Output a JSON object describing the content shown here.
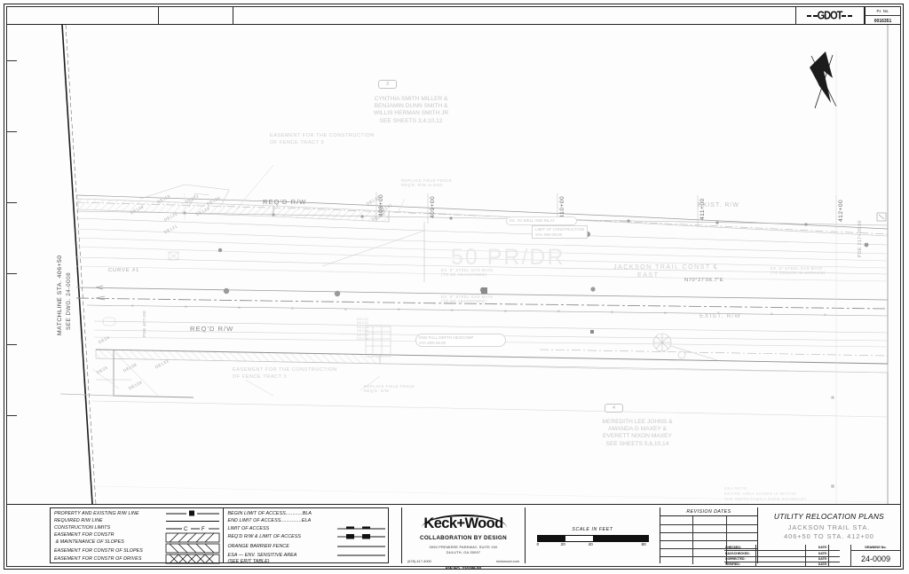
{
  "sheet": {
    "agency_logo": "GDOT",
    "pi_label": "P.I. No.",
    "pi_number": "0016351"
  },
  "plan": {
    "big_ghost_text": "50 PR/DR",
    "stations": [
      "408+00",
      "409+00",
      "410+00",
      "411+00",
      "412+00"
    ],
    "matchline": {
      "line1": "MATCHLINE STA. 406+50",
      "line2": "SEE DWG. 24-0008"
    },
    "right_edge_label": "PDE 317+00.00",
    "owners": [
      {
        "tract": "3",
        "lines": [
          "CYNTHIA SMITH MILLER &",
          "BENJAMIN DUNN SMITH &",
          "WILLIS HERMAN SMITH  JR",
          "SEE SHEETS 3,4,10,12"
        ]
      },
      {
        "tract": "4",
        "lines": [
          "MEREDITH LEE JOHNS &",
          "AMANDA G MAXEY &",
          "EVERETT NIXON MAXEY",
          "SEE SHEETS 5,6,10,14"
        ]
      }
    ],
    "annotations": [
      "EASEMENT FOR THE CONSTRUCTION",
      "OF FENCE TRACT 3",
      "REQ'D R/W",
      "EXIST. R/W",
      "CURVE #1",
      "JACKSON TRAIL CONST ℄",
      "EAST",
      "N70°27'06.7\"E"
    ],
    "callouts": [
      {
        "id": "limit-of-construction",
        "text": "LIMIT OF CONSTRUCTION\nSTA 409+00.00"
      },
      {
        "id": "end-full-depth-geocomp",
        "text": "END FULL DEPTH GEOCOMP\nSTA 409+50.00"
      },
      {
        "id": "replace-field-fence-1",
        "text": "REPLACE FIELD FENCE\nREQ'D. R/W ALONG"
      },
      {
        "id": "replace-field-fence-2",
        "text": "REPLACE FIELD FENCE\nREQ'D. R/W"
      },
      {
        "id": "ex-8-steel-gas-main-1",
        "text": "EX. 8\" STEEL GAS MAIN\n(TO BE ABANDONED)"
      },
      {
        "id": "ex-8-steel-gas-main-2",
        "text": "EX. 8\" STEEL GAS MAIN\n(TO BE ABANDONED)"
      },
      {
        "id": "ex-8-steel-gas-main-3",
        "text": "EX. 8\" STEEL GAS MAIN\n(TO REMAIN IN SERVICE)"
      },
      {
        "id": "sta-400-inlet",
        "text": "EX. YD WELL AND INLAY"
      },
      {
        "id": "esa-note",
        "text": "ESA NOTE:\nENTIRE AREA SHOWN IS WITHIN\nTHE SMITH FAMILY FARM BOUNDARY"
      }
    ],
    "de_labels": [
      "DE118",
      "DE119",
      "DE120",
      "DE121",
      "DE122",
      "DE123",
      "DE124",
      "DE34",
      "DE35",
      "DE108",
      "DE109",
      "DE133",
      "DE131",
      "DE132",
      "DE130"
    ],
    "pde_labels": [
      "PDE 407+00",
      "PDE 40?+00"
    ]
  },
  "legend": {
    "left": [
      {
        "label": "PROPERTY AND EXISTING R/W LINE",
        "symbol": "line-with-E"
      },
      {
        "label": "REQUIRED R/W LINE",
        "symbol": "solid-line"
      },
      {
        "label": "CONSTRUCTION LIMITS",
        "symbol": "line-with-C-F"
      },
      {
        "label": "EASEMENT FOR CONSTR",
        "symbol": ""
      },
      {
        "label": " & MAINTENANCE OF SLOPES",
        "symbol": "hatch-right"
      },
      {
        "label": "EASEMENT FOR CONSTR OF SLOPES",
        "symbol": "hatch-left"
      },
      {
        "label": "EASEMENT FOR CONSTR OF DRIVES",
        "symbol": "hatch-cross"
      }
    ],
    "right": [
      {
        "label": "BEGIN LIMIT OF ACCESS............BLA",
        "symbol": ""
      },
      {
        "label": "END LIMIT OF ACCESS...............ELA",
        "symbol": ""
      },
      {
        "label": "LIMIT OF ACCESS",
        "symbol": "dash-bar"
      },
      {
        "label": "REQ'D R/W & LIMIT OF ACCESS",
        "symbol": "dash-bar-2"
      },
      {
        "label": "ORANGE BARRIER FENCE",
        "symbol": "solid-line"
      },
      {
        "label": "ESA — ENV. SENSITIVE AREA",
        "symbol": "solid-line"
      },
      {
        "label": "(SEE ERIT TABLE)",
        "symbol": ""
      }
    ]
  },
  "firm": {
    "name": "Keck+Wood",
    "tagline": "COLLABORATION BY DESIGN",
    "address1": "3090 PREMIERE PARKWAY, SUITE 200",
    "address2": "DULUTH, GA  30097",
    "phone": "(678)-417-4000",
    "website": "keckwood.com",
    "project_no": "KW NO. 210189.00"
  },
  "scale": {
    "title": "SCALE  IN  FEET",
    "ticks": [
      "0",
      "20",
      "40",
      "80"
    ]
  },
  "revisions": {
    "header": "REVISION DATES",
    "rows": 6,
    "cols": 3
  },
  "title_block": {
    "main": "UTILITY RELOCATION PLANS",
    "sub1": "JACKSON  TRAIL  STA.",
    "sub2": "406+50  TO  STA.  412+00",
    "checks": [
      {
        "label": "CHECKED:",
        "date_label": "DATE:"
      },
      {
        "label": "BACKCHECKED:",
        "date_label": "DATE:"
      },
      {
        "label": "CORRECTED:",
        "date_label": "DATE:"
      },
      {
        "label": "VERIFIED:",
        "date_label": "DATE:"
      }
    ],
    "drawing_label": "DRAWING No.",
    "drawing_no": "24-0009"
  }
}
